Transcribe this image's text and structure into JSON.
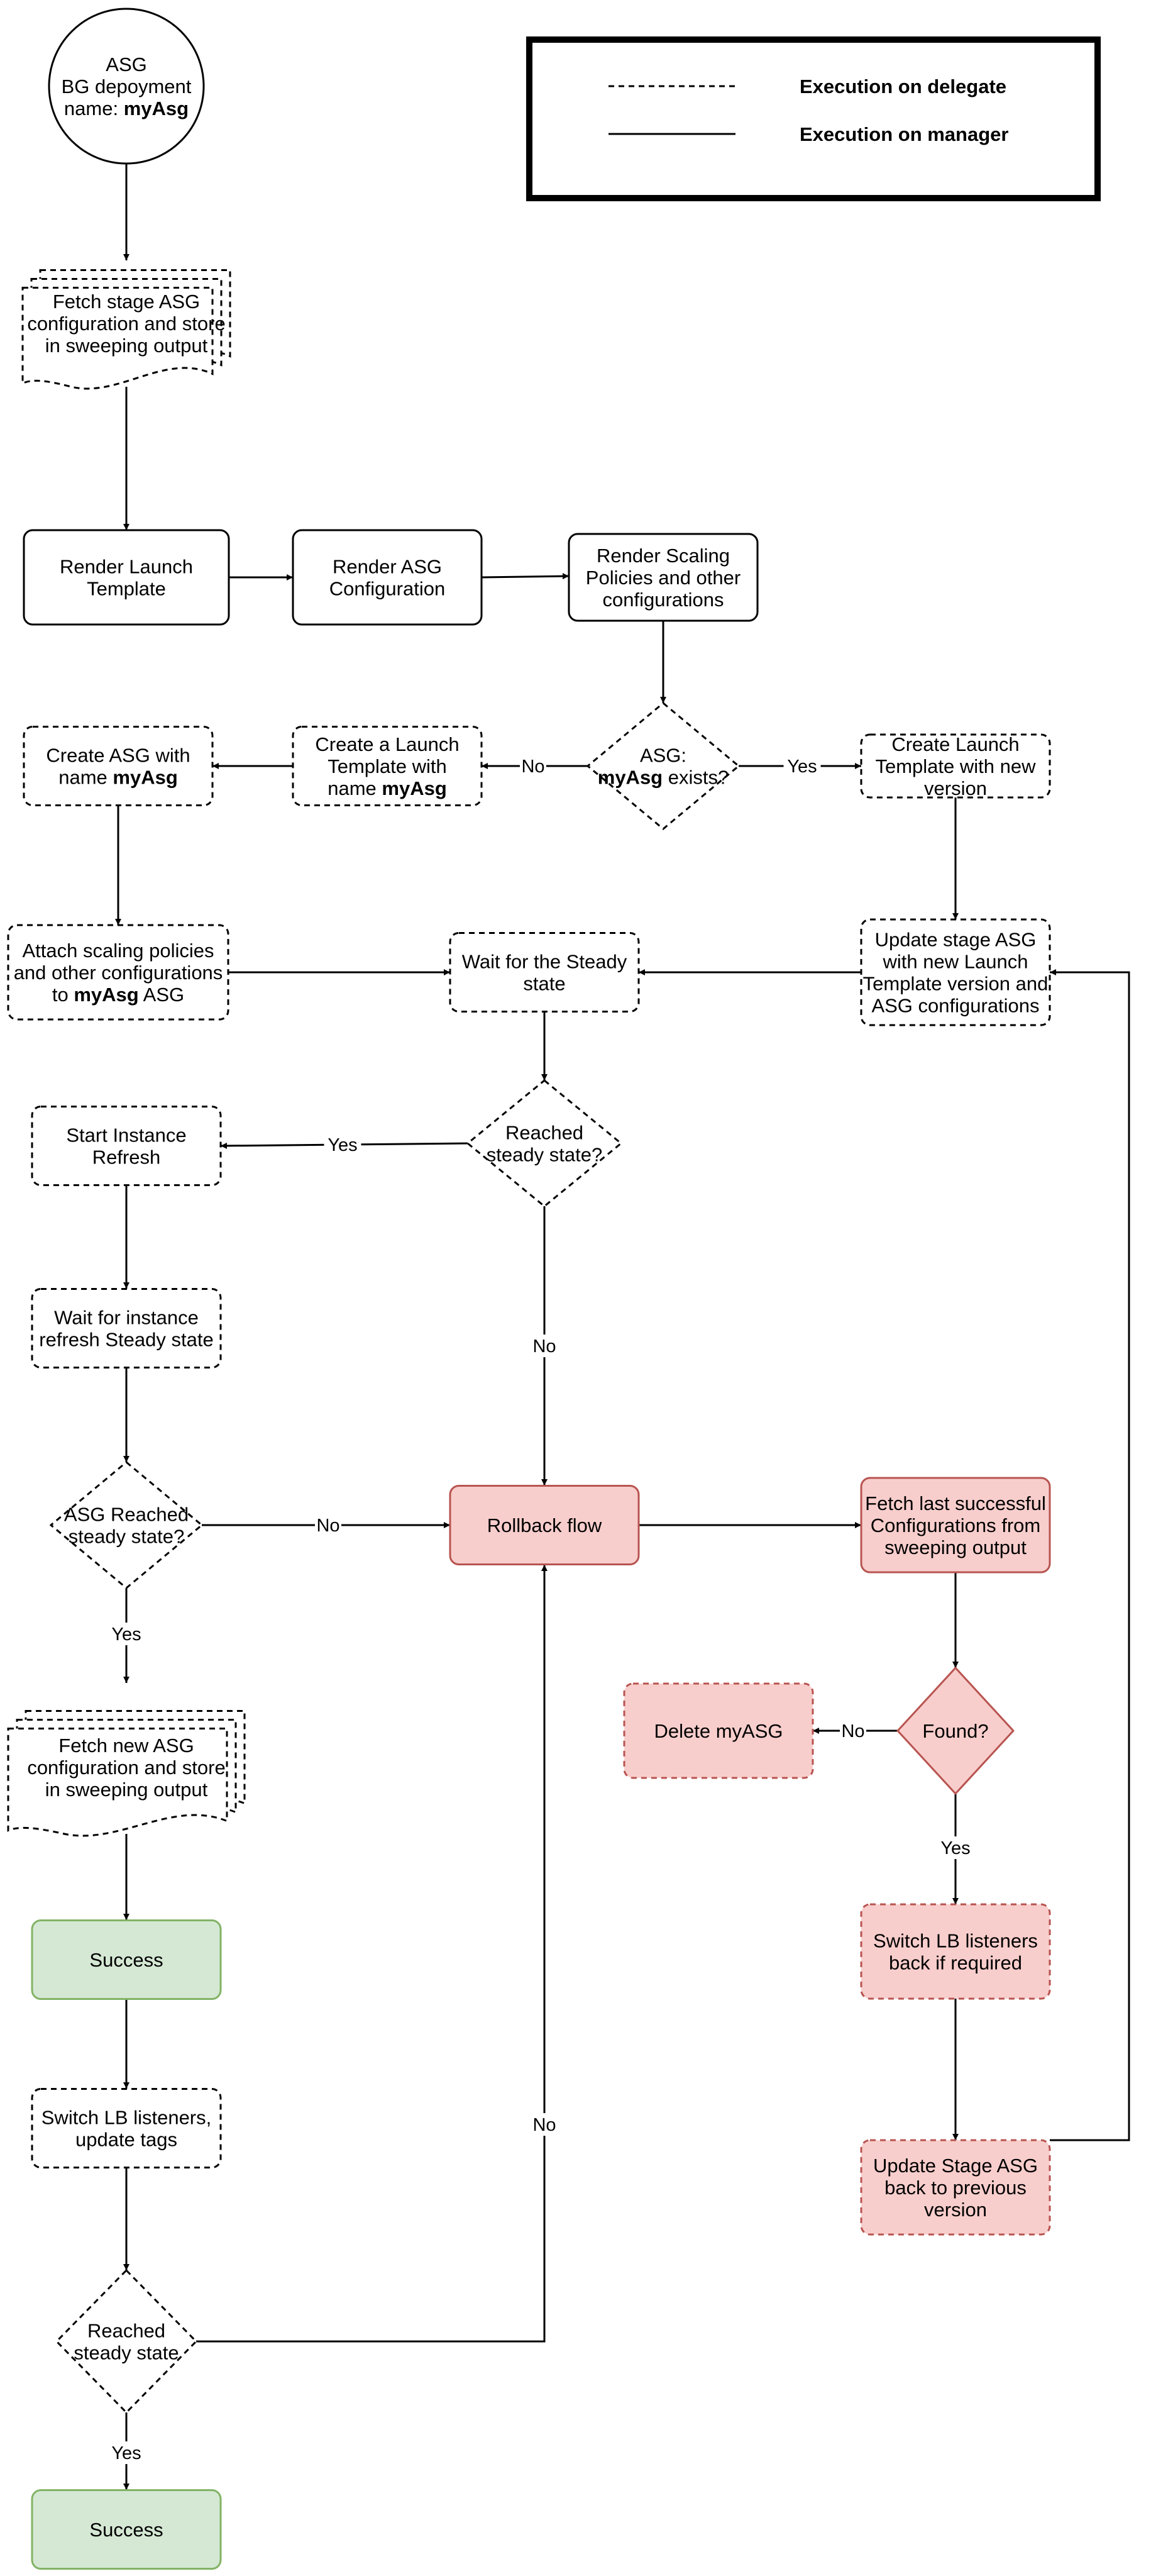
{
  "legend": {
    "dashed_label": "Execution on delegate",
    "solid_label": "Execution on manager"
  },
  "colors": {
    "stroke": "#000000",
    "white_fill": "#ffffff",
    "red_fill": "#f8cecc",
    "red_stroke": "#b85450",
    "green_fill": "#d5e8d4",
    "green_stroke": "#82b366"
  },
  "nodes": [
    {
      "id": "start",
      "shape": "circle",
      "style": "solid",
      "color": "white",
      "lines": [
        [
          "ASG"
        ],
        [
          "BG depoyment"
        ],
        [
          {
            "t": "name: ",
            "b": false
          },
          {
            "t": "myAsg",
            "b": true
          }
        ]
      ]
    },
    {
      "id": "fetch-stage",
      "shape": "multidoc",
      "style": "dashed",
      "color": "white",
      "lines": [
        [
          "Fetch stage ASG"
        ],
        [
          "configuration and store"
        ],
        [
          "in sweeping output"
        ]
      ]
    },
    {
      "id": "render-lt",
      "shape": "rect",
      "style": "solid",
      "color": "white",
      "lines": [
        [
          "Render Launch"
        ],
        [
          "Template"
        ]
      ]
    },
    {
      "id": "render-asg",
      "shape": "rect",
      "style": "solid",
      "color": "white",
      "lines": [
        [
          "Render ASG"
        ],
        [
          "Configuration"
        ]
      ]
    },
    {
      "id": "render-sp",
      "shape": "rect",
      "style": "solid",
      "color": "white",
      "lines": [
        [
          "Render Scaling"
        ],
        [
          "Policies and other"
        ],
        [
          "configurations"
        ]
      ]
    },
    {
      "id": "asg-exists",
      "shape": "diamond",
      "style": "dashed",
      "color": "white",
      "lines": [
        [
          "ASG:"
        ],
        [
          {
            "t": "myAsg",
            "b": true
          },
          {
            "t": " exists?",
            "b": false
          }
        ]
      ]
    },
    {
      "id": "create-lt-name",
      "shape": "rect",
      "style": "dashed",
      "color": "white",
      "lines": [
        [
          "Create a Launch"
        ],
        [
          "Template with"
        ],
        [
          {
            "t": "name ",
            "b": false
          },
          {
            "t": "myAsg",
            "b": true
          }
        ]
      ]
    },
    {
      "id": "create-asg",
      "shape": "rect",
      "style": "dashed",
      "color": "white",
      "lines": [
        [
          "Create ASG with"
        ],
        [
          {
            "t": "name ",
            "b": false
          },
          {
            "t": "myAsg",
            "b": true
          }
        ]
      ]
    },
    {
      "id": "create-lt-version",
      "shape": "rect",
      "style": "dashed",
      "color": "white",
      "lines": [
        [
          "Create Launch"
        ],
        [
          "Template with new"
        ],
        [
          "version"
        ]
      ]
    },
    {
      "id": "attach-sp",
      "shape": "rect",
      "style": "dashed",
      "color": "white",
      "lines": [
        [
          "Attach scaling policies"
        ],
        [
          "and other configurations"
        ],
        [
          {
            "t": "to ",
            "b": false
          },
          {
            "t": "myAsg",
            "b": true
          },
          {
            "t": " ASG",
            "b": false
          }
        ]
      ]
    },
    {
      "id": "wait-steady",
      "shape": "rect",
      "style": "dashed",
      "color": "white",
      "lines": [
        [
          "Wait for the Steady"
        ],
        [
          "state"
        ]
      ]
    },
    {
      "id": "update-stage",
      "shape": "rect",
      "style": "dashed",
      "color": "white",
      "lines": [
        [
          "Update stage ASG"
        ],
        [
          "with new Launch"
        ],
        [
          "Template version and"
        ],
        [
          "ASG configurations"
        ]
      ]
    },
    {
      "id": "reached-1",
      "shape": "diamond",
      "style": "dashed",
      "color": "white",
      "lines": [
        [
          "Reached"
        ],
        [
          "steady state?"
        ]
      ]
    },
    {
      "id": "start-refresh",
      "shape": "rect",
      "style": "dashed",
      "color": "white",
      "lines": [
        [
          "Start Instance"
        ],
        [
          "Refresh"
        ]
      ]
    },
    {
      "id": "wait-refresh",
      "shape": "rect",
      "style": "dashed",
      "color": "white",
      "lines": [
        [
          "Wait for instance"
        ],
        [
          "refresh Steady state"
        ]
      ]
    },
    {
      "id": "asg-reached",
      "shape": "diamond",
      "style": "dashed",
      "color": "white",
      "lines": [
        [
          "ASG Reached"
        ],
        [
          "steady state?"
        ]
      ]
    },
    {
      "id": "rollback",
      "shape": "rect",
      "style": "solid",
      "color": "red",
      "lines": [
        [
          "Rollback flow"
        ]
      ]
    },
    {
      "id": "fetch-last",
      "shape": "rect",
      "style": "solid",
      "color": "red",
      "lines": [
        [
          "Fetch last successful"
        ],
        [
          "Configurations from"
        ],
        [
          "sweeping output"
        ]
      ]
    },
    {
      "id": "fetch-new",
      "shape": "multidoc",
      "style": "dashed",
      "color": "white",
      "lines": [
        [
          "Fetch new ASG"
        ],
        [
          "configuration and store"
        ],
        [
          "in sweeping output"
        ]
      ]
    },
    {
      "id": "found",
      "shape": "diamond",
      "style": "solid",
      "color": "red",
      "lines": [
        [
          "Found?"
        ]
      ]
    },
    {
      "id": "delete",
      "shape": "rect",
      "style": "dashed",
      "color": "red",
      "lines": [
        [
          "Delete myASG"
        ]
      ]
    },
    {
      "id": "success-1",
      "shape": "rect",
      "style": "solid",
      "color": "green",
      "lines": [
        [
          "Success"
        ]
      ]
    },
    {
      "id": "switch-back",
      "shape": "rect",
      "style": "dashed",
      "color": "red",
      "lines": [
        [
          "Switch LB listeners"
        ],
        [
          "back if required"
        ]
      ]
    },
    {
      "id": "switch-lb",
      "shape": "rect",
      "style": "dashed",
      "color": "white",
      "lines": [
        [
          "Switch LB listeners,"
        ],
        [
          "update tags"
        ]
      ]
    },
    {
      "id": "update-prev",
      "shape": "rect",
      "style": "dashed",
      "color": "red",
      "lines": [
        [
          "Update Stage ASG"
        ],
        [
          "back to previous"
        ],
        [
          "version"
        ]
      ]
    },
    {
      "id": "reached-2",
      "shape": "diamond",
      "style": "dashed",
      "color": "white",
      "lines": [
        [
          "Reached"
        ],
        [
          "steady state"
        ]
      ]
    },
    {
      "id": "success-2",
      "shape": "rect",
      "style": "solid",
      "color": "green",
      "lines": [
        [
          "Success"
        ]
      ]
    }
  ],
  "edges": [
    {
      "from": "start",
      "to": "fetch-stage",
      "label": ""
    },
    {
      "from": "fetch-stage",
      "to": "render-lt",
      "label": ""
    },
    {
      "from": "render-lt",
      "to": "render-asg",
      "label": ""
    },
    {
      "from": "render-asg",
      "to": "render-sp",
      "label": ""
    },
    {
      "from": "render-sp",
      "to": "asg-exists",
      "label": ""
    },
    {
      "from": "asg-exists",
      "to": "create-lt-name",
      "label": "No"
    },
    {
      "from": "asg-exists",
      "to": "create-lt-version",
      "label": "Yes"
    },
    {
      "from": "create-lt-name",
      "to": "create-asg",
      "label": ""
    },
    {
      "from": "create-asg",
      "to": "attach-sp",
      "label": ""
    },
    {
      "from": "create-lt-version",
      "to": "update-stage",
      "label": ""
    },
    {
      "from": "attach-sp",
      "to": "wait-steady",
      "label": ""
    },
    {
      "from": "update-stage",
      "to": "wait-steady",
      "label": ""
    },
    {
      "from": "wait-steady",
      "to": "reached-1",
      "label": ""
    },
    {
      "from": "reached-1",
      "to": "start-refresh",
      "label": "Yes"
    },
    {
      "from": "reached-1",
      "to": "rollback",
      "label": "No"
    },
    {
      "from": "start-refresh",
      "to": "wait-refresh",
      "label": ""
    },
    {
      "from": "wait-refresh",
      "to": "asg-reached",
      "label": ""
    },
    {
      "from": "asg-reached",
      "to": "rollback",
      "label": "No"
    },
    {
      "from": "asg-reached",
      "to": "fetch-new",
      "label": "Yes"
    },
    {
      "from": "rollback",
      "to": "fetch-last",
      "label": ""
    },
    {
      "from": "fetch-last",
      "to": "found",
      "label": ""
    },
    {
      "from": "found",
      "to": "delete",
      "label": "No"
    },
    {
      "from": "found",
      "to": "switch-back",
      "label": "Yes"
    },
    {
      "from": "fetch-new",
      "to": "success-1",
      "label": ""
    },
    {
      "from": "success-1",
      "to": "switch-lb",
      "label": ""
    },
    {
      "from": "switch-lb",
      "to": "reached-2",
      "label": ""
    },
    {
      "from": "reached-2",
      "to": "success-2",
      "label": "Yes"
    },
    {
      "from": "reached-2",
      "to": "rollback",
      "label": "No"
    },
    {
      "from": "switch-back",
      "to": "update-prev",
      "label": ""
    },
    {
      "from": "update-prev",
      "to": "update-stage",
      "label": ""
    }
  ]
}
